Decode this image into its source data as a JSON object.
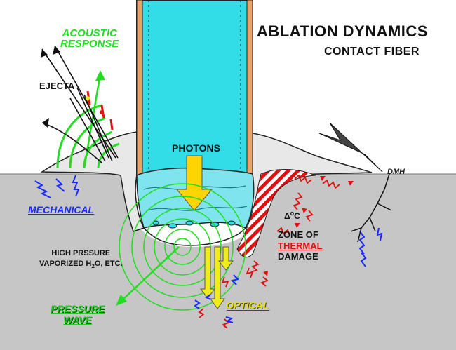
{
  "diagram": {
    "title": "ABLATION DYNAMICS",
    "subtitle": "CONTACT FIBER",
    "labels": {
      "acoustic_line1": "ACOUSTIC",
      "acoustic_line2": "RESPONSE",
      "ejecta": "EJECTA",
      "photons": "PHOTONS",
      "mechanical": "MECHANICAL",
      "high_pressure_line1": "HIGH PRSSURE",
      "high_pressure_line2": "VAPORIZED H",
      "high_pressure_sub": "2",
      "high_pressure_tail": "O, ETC.",
      "pressure_line1": "PRESSURE",
      "pressure_line2": "WAVE",
      "optical": "OPTICAL",
      "delta": "Δ",
      "degree": "o",
      "celsius": "C",
      "zone_line1": "ZONE OF",
      "zone_line2": "THERMAL",
      "zone_line3": "DAMAGE",
      "signature": "DMH"
    },
    "colors": {
      "tissue": "#c6c6c6",
      "fiber": "#33dde8",
      "acoustic": "#22dd22",
      "mechanical": "#1a2bff",
      "thermal": "#e01010",
      "optical": "#f0ec1a",
      "photon_arrow": "#ffd400"
    }
  }
}
